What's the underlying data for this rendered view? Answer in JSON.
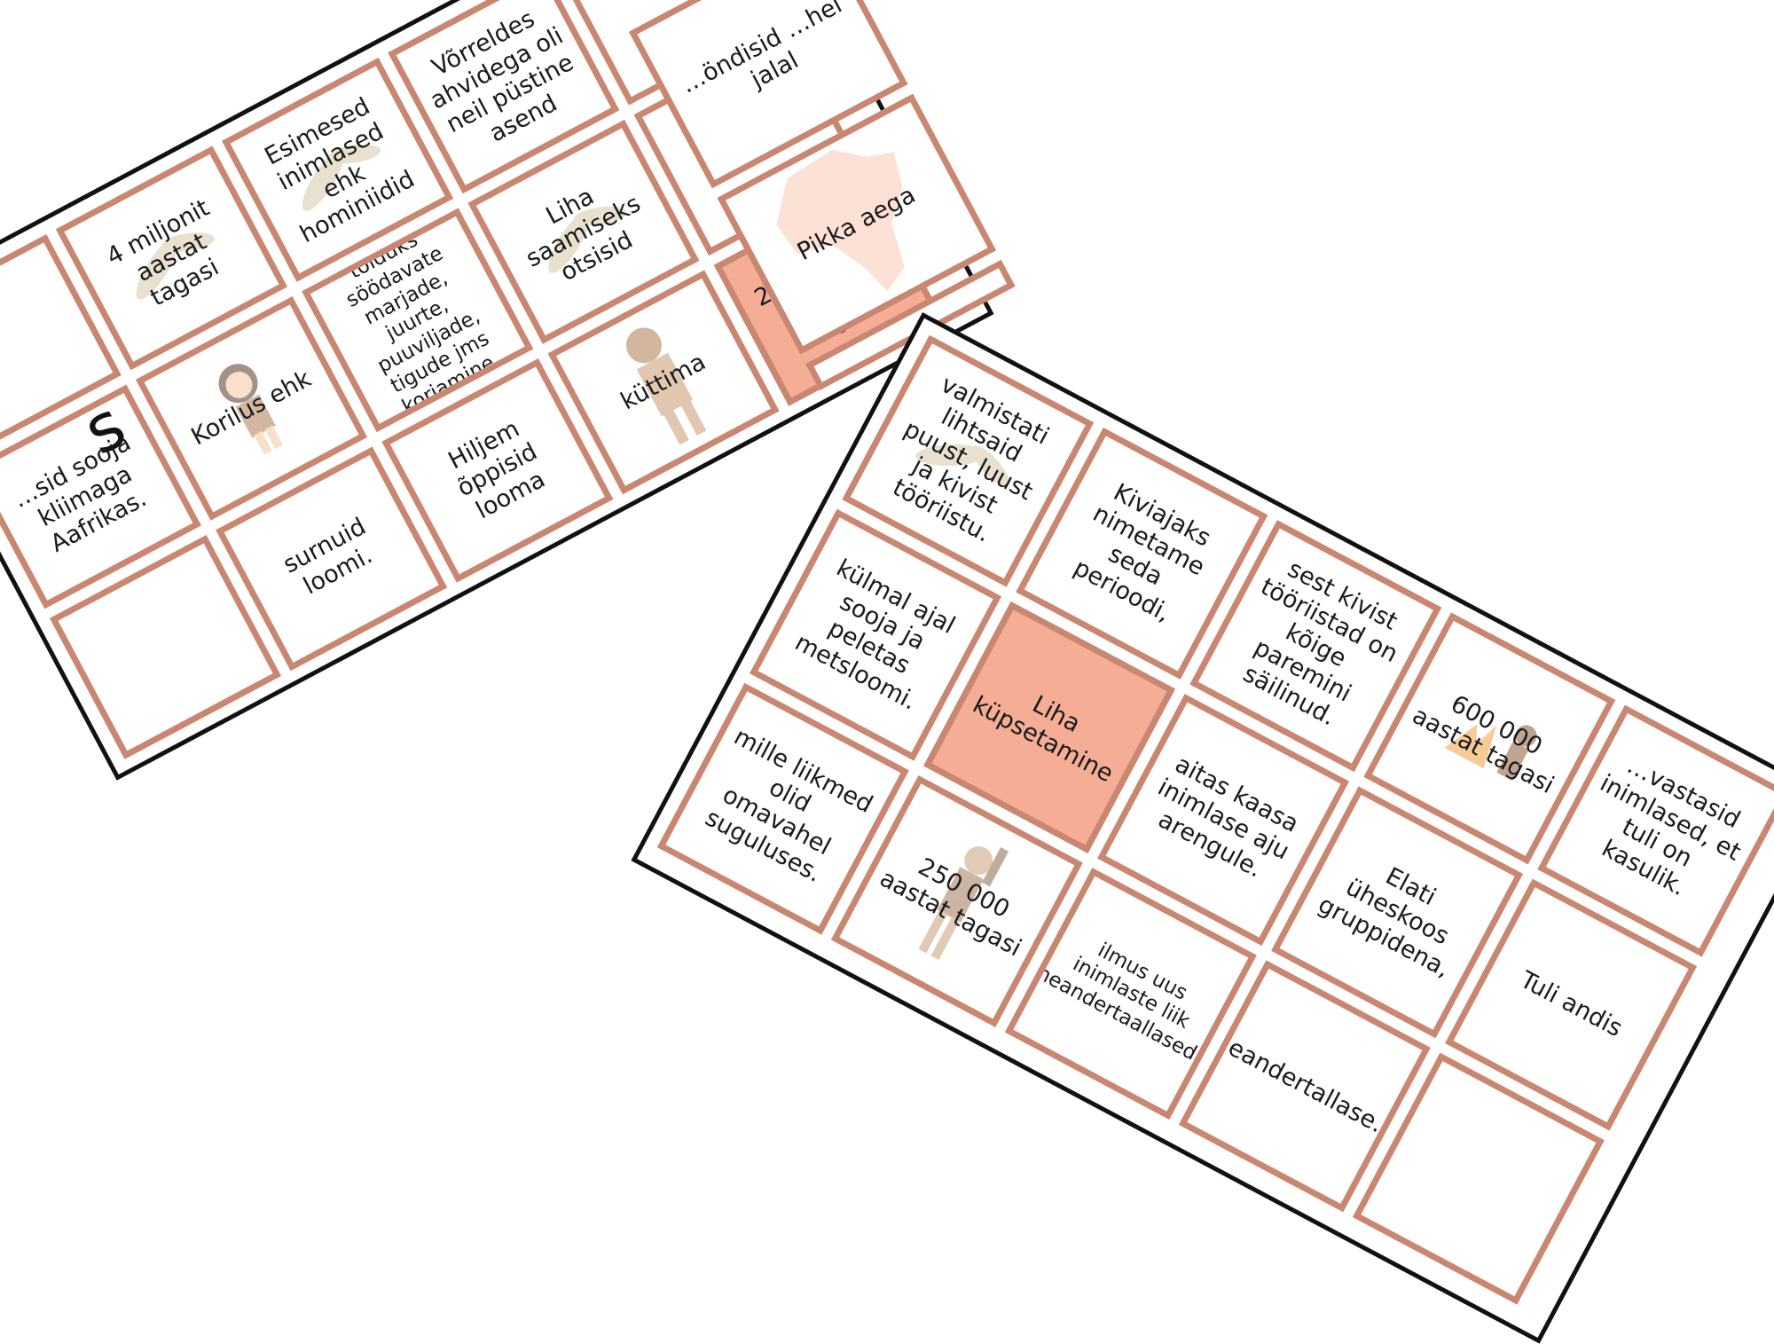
{
  "colors": {
    "card_border": "#c98670",
    "card_fill": "#f5ad96",
    "sheet_border": "#111111",
    "africa_map": "#f9c9b5"
  },
  "sheet_left": {
    "edge_letter": "s",
    "cards": [
      {
        "text": ""
      },
      {
        "text": "4 miljonit aastat tagasi",
        "icon": "hominid-skeleton-icon"
      },
      {
        "text": "Esimesed inimlased ehk hominiidid",
        "icon": "bones-icon"
      },
      {
        "text": "Võrreldes ahvidega oli neil püstine asend"
      },
      {
        "text": ""
      },
      {
        "text": "…sid sooja kliimaga Aafrikas."
      },
      {
        "text": "Korilus ehk",
        "icon": "cave-girl-icon"
      },
      {
        "text": "toiduks söödavate marjade, juurte, puuviljade, tigude jms korjamine.",
        "small": true
      },
      {
        "text": "Liha saamiseks otsisid",
        "icon": "skull-bones-icon"
      },
      {
        "text": ""
      },
      {
        "text": ""
      },
      {
        "text": "surnuid loomi."
      },
      {
        "text": "Hiljem õppisid looma"
      },
      {
        "text": "küttima",
        "icon": "caveman-icon"
      },
      {
        "text": "2,5 miljonit aastat tagasi",
        "filled": true
      }
    ],
    "right_column": [
      {
        "text": "…öndisid …hel jalal"
      },
      {
        "text": "Pikka aega",
        "icon": "africa-map-icon"
      },
      {
        "text": ""
      }
    ]
  },
  "sheet_right": {
    "cards": [
      {
        "text": "valmistati lihtsaid puust, luust ja kivist tööriistu.",
        "icon": "stone-tools-icon"
      },
      {
        "text": "Kiviajaks nimetame seda perioodi,"
      },
      {
        "text": "sest kivist tööriistad on kõige paremini säilinud."
      },
      {
        "text": "600 000 aastat tagasi",
        "icon": "campfire-caveman-icon"
      },
      {
        "text": "…vastasid inimlased, et tuli on kasulik."
      },
      {
        "text": "külmal ajal sooja ja peletas metsloomi."
      },
      {
        "text": "Liha küpsetamine",
        "filled": true
      },
      {
        "text": "aitas kaasa inimlase aju arengule."
      },
      {
        "text": "Elati üheskoos gruppidena,"
      },
      {
        "text": "Tuli andis"
      },
      {
        "text": "mille liikmed olid omavahel suguluses."
      },
      {
        "text": "250 000 aastat tagasi",
        "icon": "caveman-club-icon"
      },
      {
        "text": "ilmus uus inimlaste liik neandertaallased.",
        "small": true
      },
      {
        "text": "Neandertallase…"
      },
      {
        "text": ""
      }
    ]
  }
}
